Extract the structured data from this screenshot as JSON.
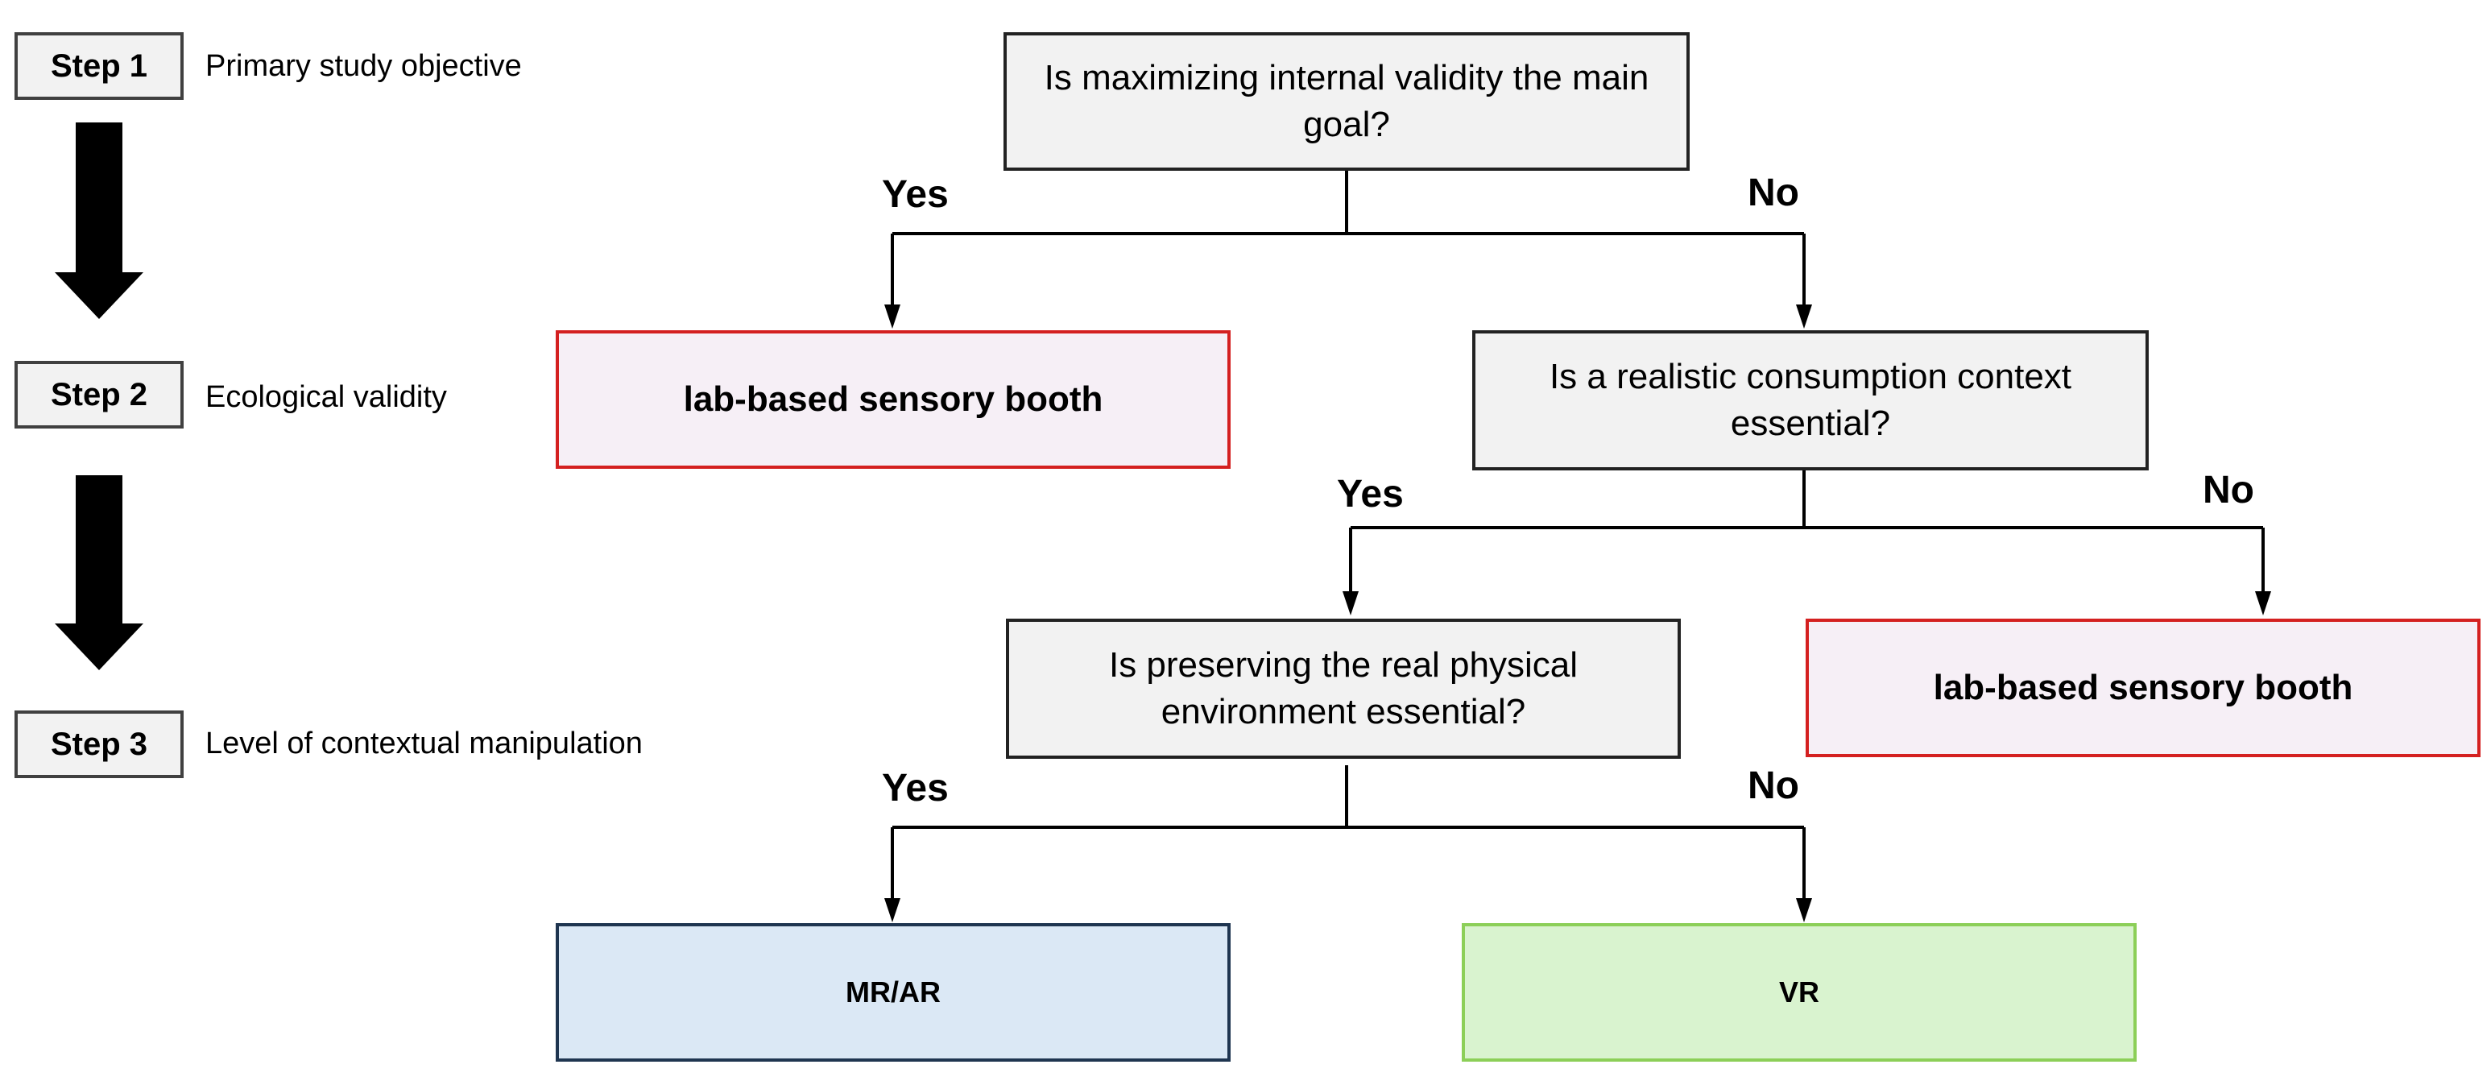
{
  "steps": [
    {
      "label": "Step 1",
      "description": "Primary study objective"
    },
    {
      "label": "Step 2",
      "description": "Ecological validity"
    },
    {
      "label": "Step 3",
      "description": "Level of contextual manipulation"
    }
  ],
  "questions": {
    "q1": "Is maximizing internal validity the main goal?",
    "q2": "Is a realistic consumption context essential?",
    "q3": "Is preserving the real physical environment essential?"
  },
  "outcomes": {
    "lab_booth_1": "lab-based sensory booth",
    "lab_booth_2": "lab-based sensory booth",
    "mr_ar": "MR/AR",
    "vr": "VR"
  },
  "branches": {
    "q1_yes": "Yes",
    "q1_no": "No",
    "q2_yes": "Yes",
    "q2_no": "No",
    "q3_yes": "Yes",
    "q3_no": "No"
  },
  "colors": {
    "lab_booth_border": "#d42020",
    "lab_booth_fill": "#f6eff6",
    "mr_ar_border": "#1f3550",
    "mr_ar_fill": "#dbe8f5",
    "vr_border": "#8ccf58",
    "vr_fill": "#d9f3cf",
    "question_fill": "#f2f2f2"
  }
}
